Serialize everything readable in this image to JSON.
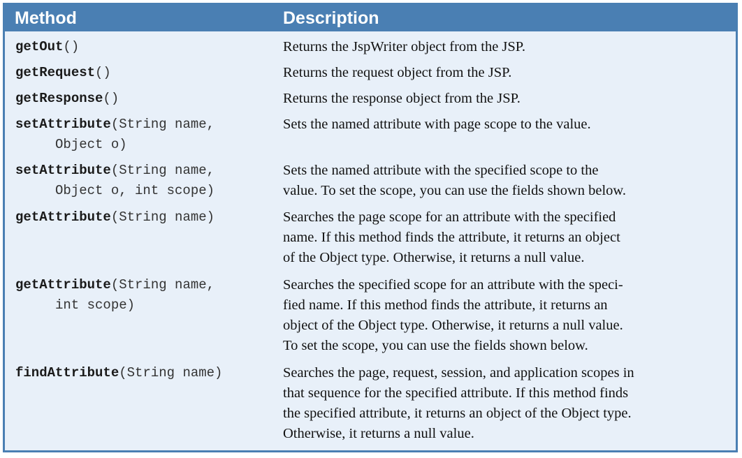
{
  "header": {
    "method_label": "Method",
    "description_label": "Description"
  },
  "rows": [
    {
      "method_name": "getOut",
      "params_line1": "()",
      "params_line2": "",
      "description_lines": [
        "Returns the JspWriter object from the JSP."
      ]
    },
    {
      "method_name": "getRequest",
      "params_line1": "()",
      "params_line2": "",
      "description_lines": [
        "Returns the request object from the JSP."
      ]
    },
    {
      "method_name": "getResponse",
      "params_line1": "()",
      "params_line2": "",
      "description_lines": [
        "Returns the response object from the JSP."
      ]
    },
    {
      "method_name": "setAttribute",
      "params_line1": "(String name,",
      "params_line2": "Object o)",
      "description_lines": [
        "Sets the named attribute with page scope to the value."
      ]
    },
    {
      "method_name": "setAttribute",
      "params_line1": "(String name,",
      "params_line2": "Object o, int scope)",
      "description_lines": [
        "Sets the named attribute with the specified scope to the",
        "value. To set the scope, you can use the fields shown below."
      ]
    },
    {
      "method_name": "getAttribute",
      "params_line1": "(String name)",
      "params_line2": "",
      "description_lines": [
        "Searches the page scope for an attribute with the specified",
        "name. If this method finds the attribute, it returns an object",
        "of the Object type. Otherwise, it returns a null value."
      ]
    },
    {
      "method_name": "getAttribute",
      "params_line1": "(String name,",
      "params_line2": "int scope)",
      "description_lines": [
        "Searches the specified scope for an attribute with the speci-",
        "fied name. If this method finds the attribute, it returns an",
        "object of the Object type. Otherwise, it returns a null value.",
        "To set the scope, you can use the fields shown below."
      ]
    },
    {
      "method_name": "findAttribute",
      "params_line1": "(String name)",
      "params_line2": "",
      "description_lines": [
        "Searches the page, request, session, and application scopes in",
        "that sequence for the specified attribute. If this method finds",
        "the specified attribute, it returns an object of the Object type.",
        "Otherwise, it returns a null value."
      ]
    }
  ]
}
